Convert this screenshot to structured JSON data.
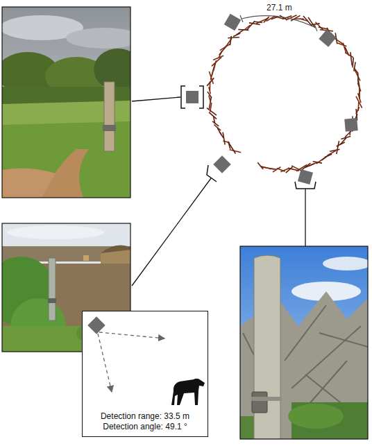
{
  "diagram": {
    "nodes": [
      {
        "text": [
          "Detection range: 33.5 m",
          "Detection angle: 49.1 °"
        ]
      }
    ],
    "labels": [
      "27.1 m"
    ]
  }
}
